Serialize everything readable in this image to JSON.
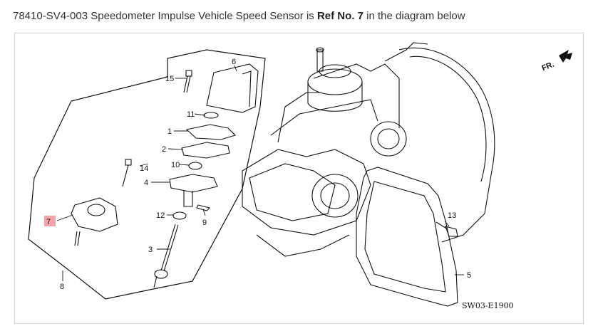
{
  "caption": {
    "part_number": "78410-SV4-003",
    "part_name": "Speedometer Impulse Vehicle Speed Sensor",
    "middle": " is ",
    "ref_label": "Ref No. 7",
    "suffix": " in the diagram below"
  },
  "diagram": {
    "direction_label": "FR.",
    "code": "SW03-E1900",
    "highlight_color": "#f4a3a8",
    "callouts": [
      "1",
      "2",
      "3",
      "4",
      "5",
      "6",
      "7",
      "8",
      "9",
      "10",
      "11",
      "12",
      "13",
      "14",
      "15"
    ]
  }
}
